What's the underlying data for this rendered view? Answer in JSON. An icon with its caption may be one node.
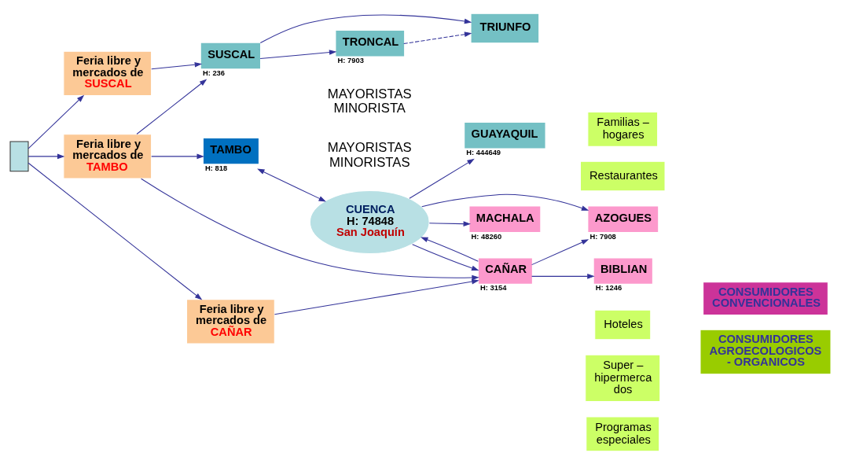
{
  "diagram": {
    "nodes": [
      {
        "text": [],
        "shape": "box"
      },
      {
        "text": [
          "Feria libre y mercados de",
          "SUSCAL"
        ]
      },
      {
        "text": [
          "Feria libre y mercados de",
          "TAMBO"
        ]
      },
      {
        "text": [
          "Feria libre y mercados de",
          "CAÑAR"
        ]
      },
      {
        "text": [
          "SUSCAL"
        ],
        "beside": [
          "H: 236"
        ]
      },
      {
        "text": [
          "TRONCAL"
        ],
        "beside": [
          "H: 7903"
        ]
      },
      {
        "text": [
          "TRIUNFO"
        ]
      },
      {
        "text": [
          "TAMBO"
        ],
        "beside": [
          "H: 818"
        ]
      },
      {
        "text": [
          "CUENCA",
          "H: 74848",
          "San Joaquín"
        ]
      },
      {
        "text": [
          "CAÑAR"
        ],
        "beside": [
          "H: 3154"
        ]
      },
      {
        "text": [
          "BIBLIAN"
        ],
        "beside": [
          "H: 1246"
        ]
      },
      {
        "text": [
          "AZOGUES"
        ],
        "beside": [
          "H: 7908"
        ]
      },
      {
        "text": [
          "GUAYAQUIL"
        ],
        "beside": [
          "H: 444649"
        ]
      },
      {
        "text": [
          "MACHALA"
        ],
        "beside": [
          "H: 48260"
        ]
      },
      {
        "text": [
          "Familias – hogares"
        ]
      },
      {
        "text": [
          "Restaurantes"
        ]
      },
      {
        "text": [
          "Hoteles"
        ]
      },
      {
        "text": [
          "Super – hipermerca dos"
        ]
      },
      {
        "text": [
          "Programas especiales"
        ]
      },
      {
        "text": [
          "CONSUMIDORES CONVENCIONALES"
        ]
      },
      {
        "text": [
          "CONSUMIDORES AGROECOLOGICOS - ORGANICOS"
        ]
      }
    ],
    "edges": [
      {
        "from": 0,
        "to": 1,
        "arrow": "to"
      },
      {
        "from": 0,
        "to": 2,
        "arrow": "to"
      },
      {
        "from": 0,
        "to": 3,
        "arrow": "to"
      },
      {
        "from": 1,
        "to": 4,
        "arrow": "to"
      },
      {
        "from": 2,
        "to": 4,
        "arrow": "to"
      },
      {
        "from": 2,
        "to": 7,
        "arrow": "to"
      },
      {
        "from": 2,
        "to": 9,
        "arrow": "to"
      },
      {
        "from": 3,
        "to": 9,
        "arrow": "to"
      },
      {
        "from": 4,
        "to": 5,
        "arrow": "to"
      },
      {
        "from": 4,
        "to": 6,
        "arrow": "to"
      },
      {
        "from": 5,
        "to": 6,
        "arrow": "to",
        "style": "dashed"
      },
      {
        "from": 8,
        "to": 7,
        "arrow": "both"
      },
      {
        "from": 9,
        "to": 8,
        "arrow": "to"
      },
      {
        "from": 9,
        "to": 10,
        "arrow": "to"
      },
      {
        "from": 9,
        "to": 11,
        "arrow": "to"
      },
      {
        "from": 8,
        "to": 9,
        "arrow": "to"
      },
      {
        "from": 8,
        "to": 11,
        "arrow": "to"
      },
      {
        "from": 8,
        "to": 12,
        "arrow": "to"
      },
      {
        "from": 8,
        "to": 13,
        "arrow": "to"
      }
    ],
    "labels": [
      "MAYORISTAS MINORISTA",
      "MAYORISTAS MINORISTAS"
    ]
  }
}
